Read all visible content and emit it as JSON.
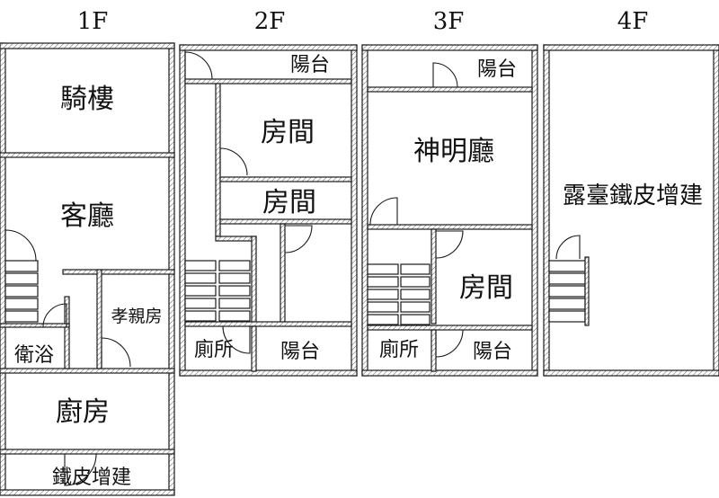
{
  "floors": [
    {
      "title": "1F",
      "rooms": [
        "騎樓",
        "客廳",
        "孝親房",
        "衛浴",
        "廚房",
        "鐵皮增建"
      ]
    },
    {
      "title": "2F",
      "rooms": [
        "陽台",
        "房間",
        "房間",
        "廁所",
        "陽台"
      ]
    },
    {
      "title": "3F",
      "rooms": [
        "陽台",
        "神明廳",
        "房間",
        "廁所",
        "陽台"
      ]
    },
    {
      "title": "4F",
      "rooms": [
        "露臺鐵皮增建"
      ]
    }
  ]
}
